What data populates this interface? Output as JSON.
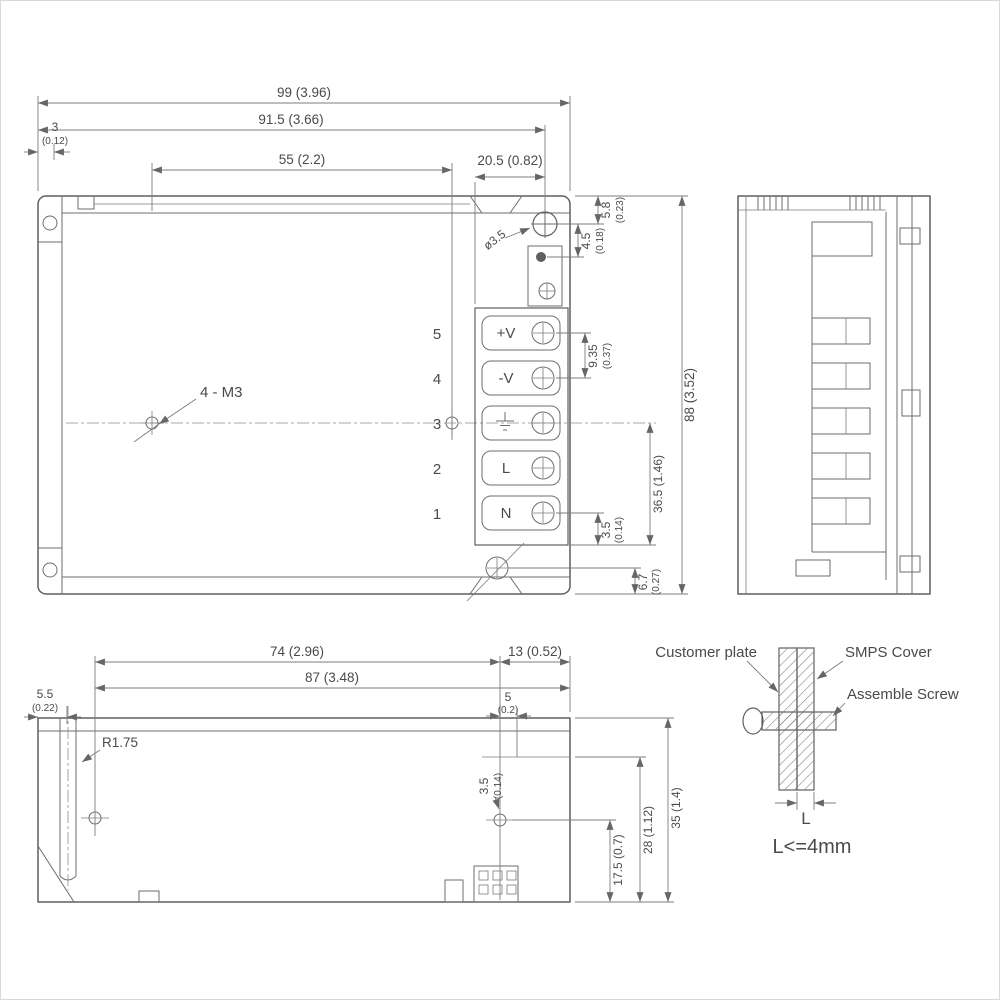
{
  "top_view": {
    "dims": {
      "width_total": "99 (3.96)",
      "width_91_5": "91.5 (3.66)",
      "left_3": "3",
      "left_3_in": "(0.12)",
      "mid_55": "55 (2.2)",
      "right_20_5": "20.5 (0.82)",
      "v5_8": "5.8",
      "v5_8_in": "(0.23)",
      "v4_5": "4.5",
      "v4_5_in": "(0.18)",
      "v9_35": "9.35",
      "v9_35_in": "(0.37)",
      "v88": "88 (3.52)",
      "v36_5": "36.5 (1.46)",
      "v3_5": "3.5",
      "v3_5_in": "(0.14)",
      "v6_7": "6.7",
      "v6_7_in": "(0.27)"
    },
    "labels": {
      "mounting_holes": "4 - M3",
      "screw_dia": "ø3.5"
    },
    "terminal_numbers": [
      "5",
      "4",
      "3",
      "2",
      "1"
    ],
    "terminal_labels": [
      "+V",
      "-V",
      "⏚",
      "L",
      "N"
    ]
  },
  "bottom_view": {
    "dims": {
      "h74": "74 (2.96)",
      "h13": "13 (0.52)",
      "h87": "87 (3.48)",
      "left_5_5": "5.5",
      "left_5_5_in": "(0.22)",
      "mid_5": "5",
      "mid_5_in": "(0.2)",
      "v3_5": "3.5",
      "v3_5_in": "(0.14)",
      "v17_5": "17.5 (0.7)",
      "v28": "28 (1.12)",
      "v35": "35 (1.4)"
    },
    "labels": {
      "radius": "R1.75"
    }
  },
  "detail_view": {
    "customer_plate": "Customer plate",
    "smps_cover": "SMPS Cover",
    "assemble_screw": "Assemble Screw",
    "dim_l": "L",
    "note": "L<=4mm"
  }
}
